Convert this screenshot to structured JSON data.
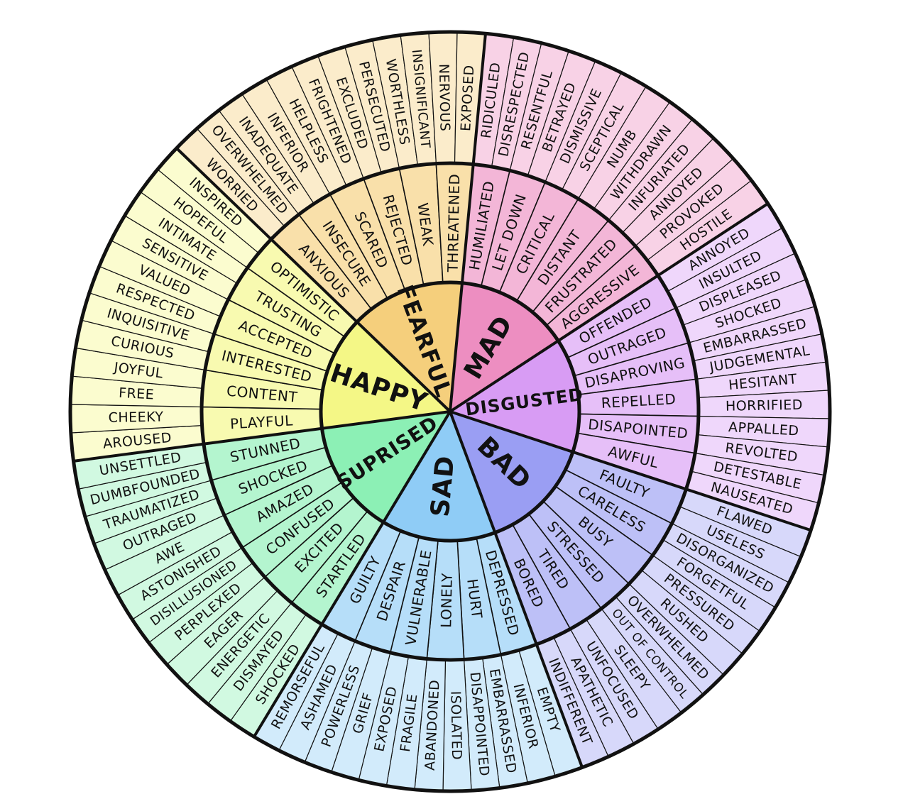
{
  "emotions": [
    {
      "name": "HAPPY",
      "color": "#f4f786",
      "children": [
        {
          "name": "PLAYFUL",
          "children": [
            "AROUSED",
            "CHEEKY"
          ]
        },
        {
          "name": "CONTENT",
          "children": [
            "FREE",
            "JOYFUL"
          ]
        },
        {
          "name": "INTERESTED",
          "children": [
            "CURIOUS",
            "INQUISITIVE"
          ]
        },
        {
          "name": "ACCEPTED",
          "children": [
            "RESPECTED",
            "VALUED"
          ]
        },
        {
          "name": "TRUSTING",
          "children": [
            "SENSITIVE",
            "INTIMATE"
          ]
        },
        {
          "name": "OPTIMISTIC",
          "children": [
            "HOPEFUL",
            "INSPIRED"
          ]
        }
      ]
    },
    {
      "name": "FEARFUL",
      "color": "#f5cf7c",
      "children": [
        {
          "name": "ANXIOUS",
          "children": [
            "WORRIED",
            "OVERWHELMED"
          ]
        },
        {
          "name": "INSECURE",
          "children": [
            "INADEQUATE",
            "INFERIOR"
          ]
        },
        {
          "name": "SCARED",
          "children": [
            "HELPLESS",
            "FRIGHTENED"
          ]
        },
        {
          "name": "REJECTED",
          "children": [
            "EXCLUDED",
            "PERSECUTED"
          ]
        },
        {
          "name": "WEAK",
          "children": [
            "WORTHLESS",
            "INSIGNIFICANT"
          ]
        },
        {
          "name": "THREATENED",
          "children": [
            "NERVOUS",
            "EXPOSED"
          ]
        }
      ]
    },
    {
      "name": "MAD",
      "color": "#ed8ec1",
      "children": [
        {
          "name": "HUMILIATED",
          "children": [
            "RIDICULED",
            "DISRESPECTED"
          ]
        },
        {
          "name": "LET DOWN",
          "children": [
            "RESENTFUL",
            "BETRAYED"
          ]
        },
        {
          "name": "CRITICAL",
          "children": [
            "DISMISSIVE",
            "SCEPTICAL"
          ]
        },
        {
          "name": "DISTANT",
          "children": [
            "NUMB",
            "WITHDRAWN"
          ]
        },
        {
          "name": "FRUSTRATED",
          "children": [
            "INFURIATED",
            "ANNOYED"
          ]
        },
        {
          "name": "AGGRESSIVE",
          "children": [
            "PROVOKED",
            "HOSTILE"
          ]
        }
      ]
    },
    {
      "name": "DISGUSTED",
      "color": "#d89cf4",
      "children": [
        {
          "name": "OFFENDED",
          "children": [
            "ANNOYED",
            "INSULTED"
          ]
        },
        {
          "name": "OUTRAGED",
          "children": [
            "DISPLEASED",
            "SHOCKED"
          ]
        },
        {
          "name": "DISAPROVING",
          "children": [
            "EMBARRASSED",
            "JUDGEMENTAL"
          ]
        },
        {
          "name": "REPELLED",
          "children": [
            "HESITANT",
            "HORRIFIED"
          ]
        },
        {
          "name": "DISAPOINTED",
          "children": [
            "APPALLED",
            "REVOLTED"
          ]
        },
        {
          "name": "AWFUL",
          "children": [
            "DETESTABLE",
            "NAUSEATED"
          ]
        }
      ]
    },
    {
      "name": "BAD",
      "color": "#9a9ef3",
      "children": [
        {
          "name": "FAULTY",
          "children": [
            "FLAWED",
            "USELESS"
          ]
        },
        {
          "name": "CARELESS",
          "children": [
            "DISORGANIZED",
            "FORGETFUL"
          ]
        },
        {
          "name": "BUSY",
          "children": [
            "PRESSURED",
            "RUSHED"
          ]
        },
        {
          "name": "STRESSED",
          "children": [
            "OVERWHELMED",
            "OUT OF CONTROL"
          ]
        },
        {
          "name": "TIRED",
          "children": [
            "SLEEPY",
            "UNFOCUSED"
          ]
        },
        {
          "name": "BORED",
          "children": [
            "APATHETIC",
            "INDIFFERENT"
          ]
        }
      ]
    },
    {
      "name": "SAD",
      "color": "#8fccf6",
      "children": [
        {
          "name": "DEPRESSED",
          "children": [
            "EMPTY",
            "INFERIOR"
          ]
        },
        {
          "name": "HURT",
          "children": [
            "EMBARRASSED",
            "DISAPPOINTED"
          ]
        },
        {
          "name": "LONELY",
          "children": [
            "ISOLATED",
            "ABANDONED"
          ]
        },
        {
          "name": "VULNERABLE",
          "children": [
            "FRAGILE",
            "EXPOSED"
          ]
        },
        {
          "name": "DESPAIR",
          "children": [
            "GRIEF",
            "POWERLESS"
          ]
        },
        {
          "name": "GUILTY",
          "children": [
            "ASHAMED",
            "REMORSEFUL"
          ]
        }
      ]
    },
    {
      "name": "SUPRISED",
      "color": "#8cf0b5",
      "children": [
        {
          "name": "STARTLED",
          "children": [
            "SHOCKED",
            "DISMAYED"
          ]
        },
        {
          "name": "EXCITED",
          "children": [
            "ENERGETIC",
            "EAGER"
          ]
        },
        {
          "name": "CONFUSED",
          "children": [
            "PERPLEXED",
            "DISILLUSIONED"
          ]
        },
        {
          "name": "AMAZED",
          "children": [
            "ASTONISHED",
            "AWE"
          ]
        },
        {
          "name": "SHOCKED",
          "children": [
            "OUTRAGED",
            "TRAUMATIZED"
          ]
        },
        {
          "name": "STUNNED",
          "children": [
            "DUMBFOUNDED",
            "UNSETTLED"
          ]
        }
      ]
    }
  ]
}
